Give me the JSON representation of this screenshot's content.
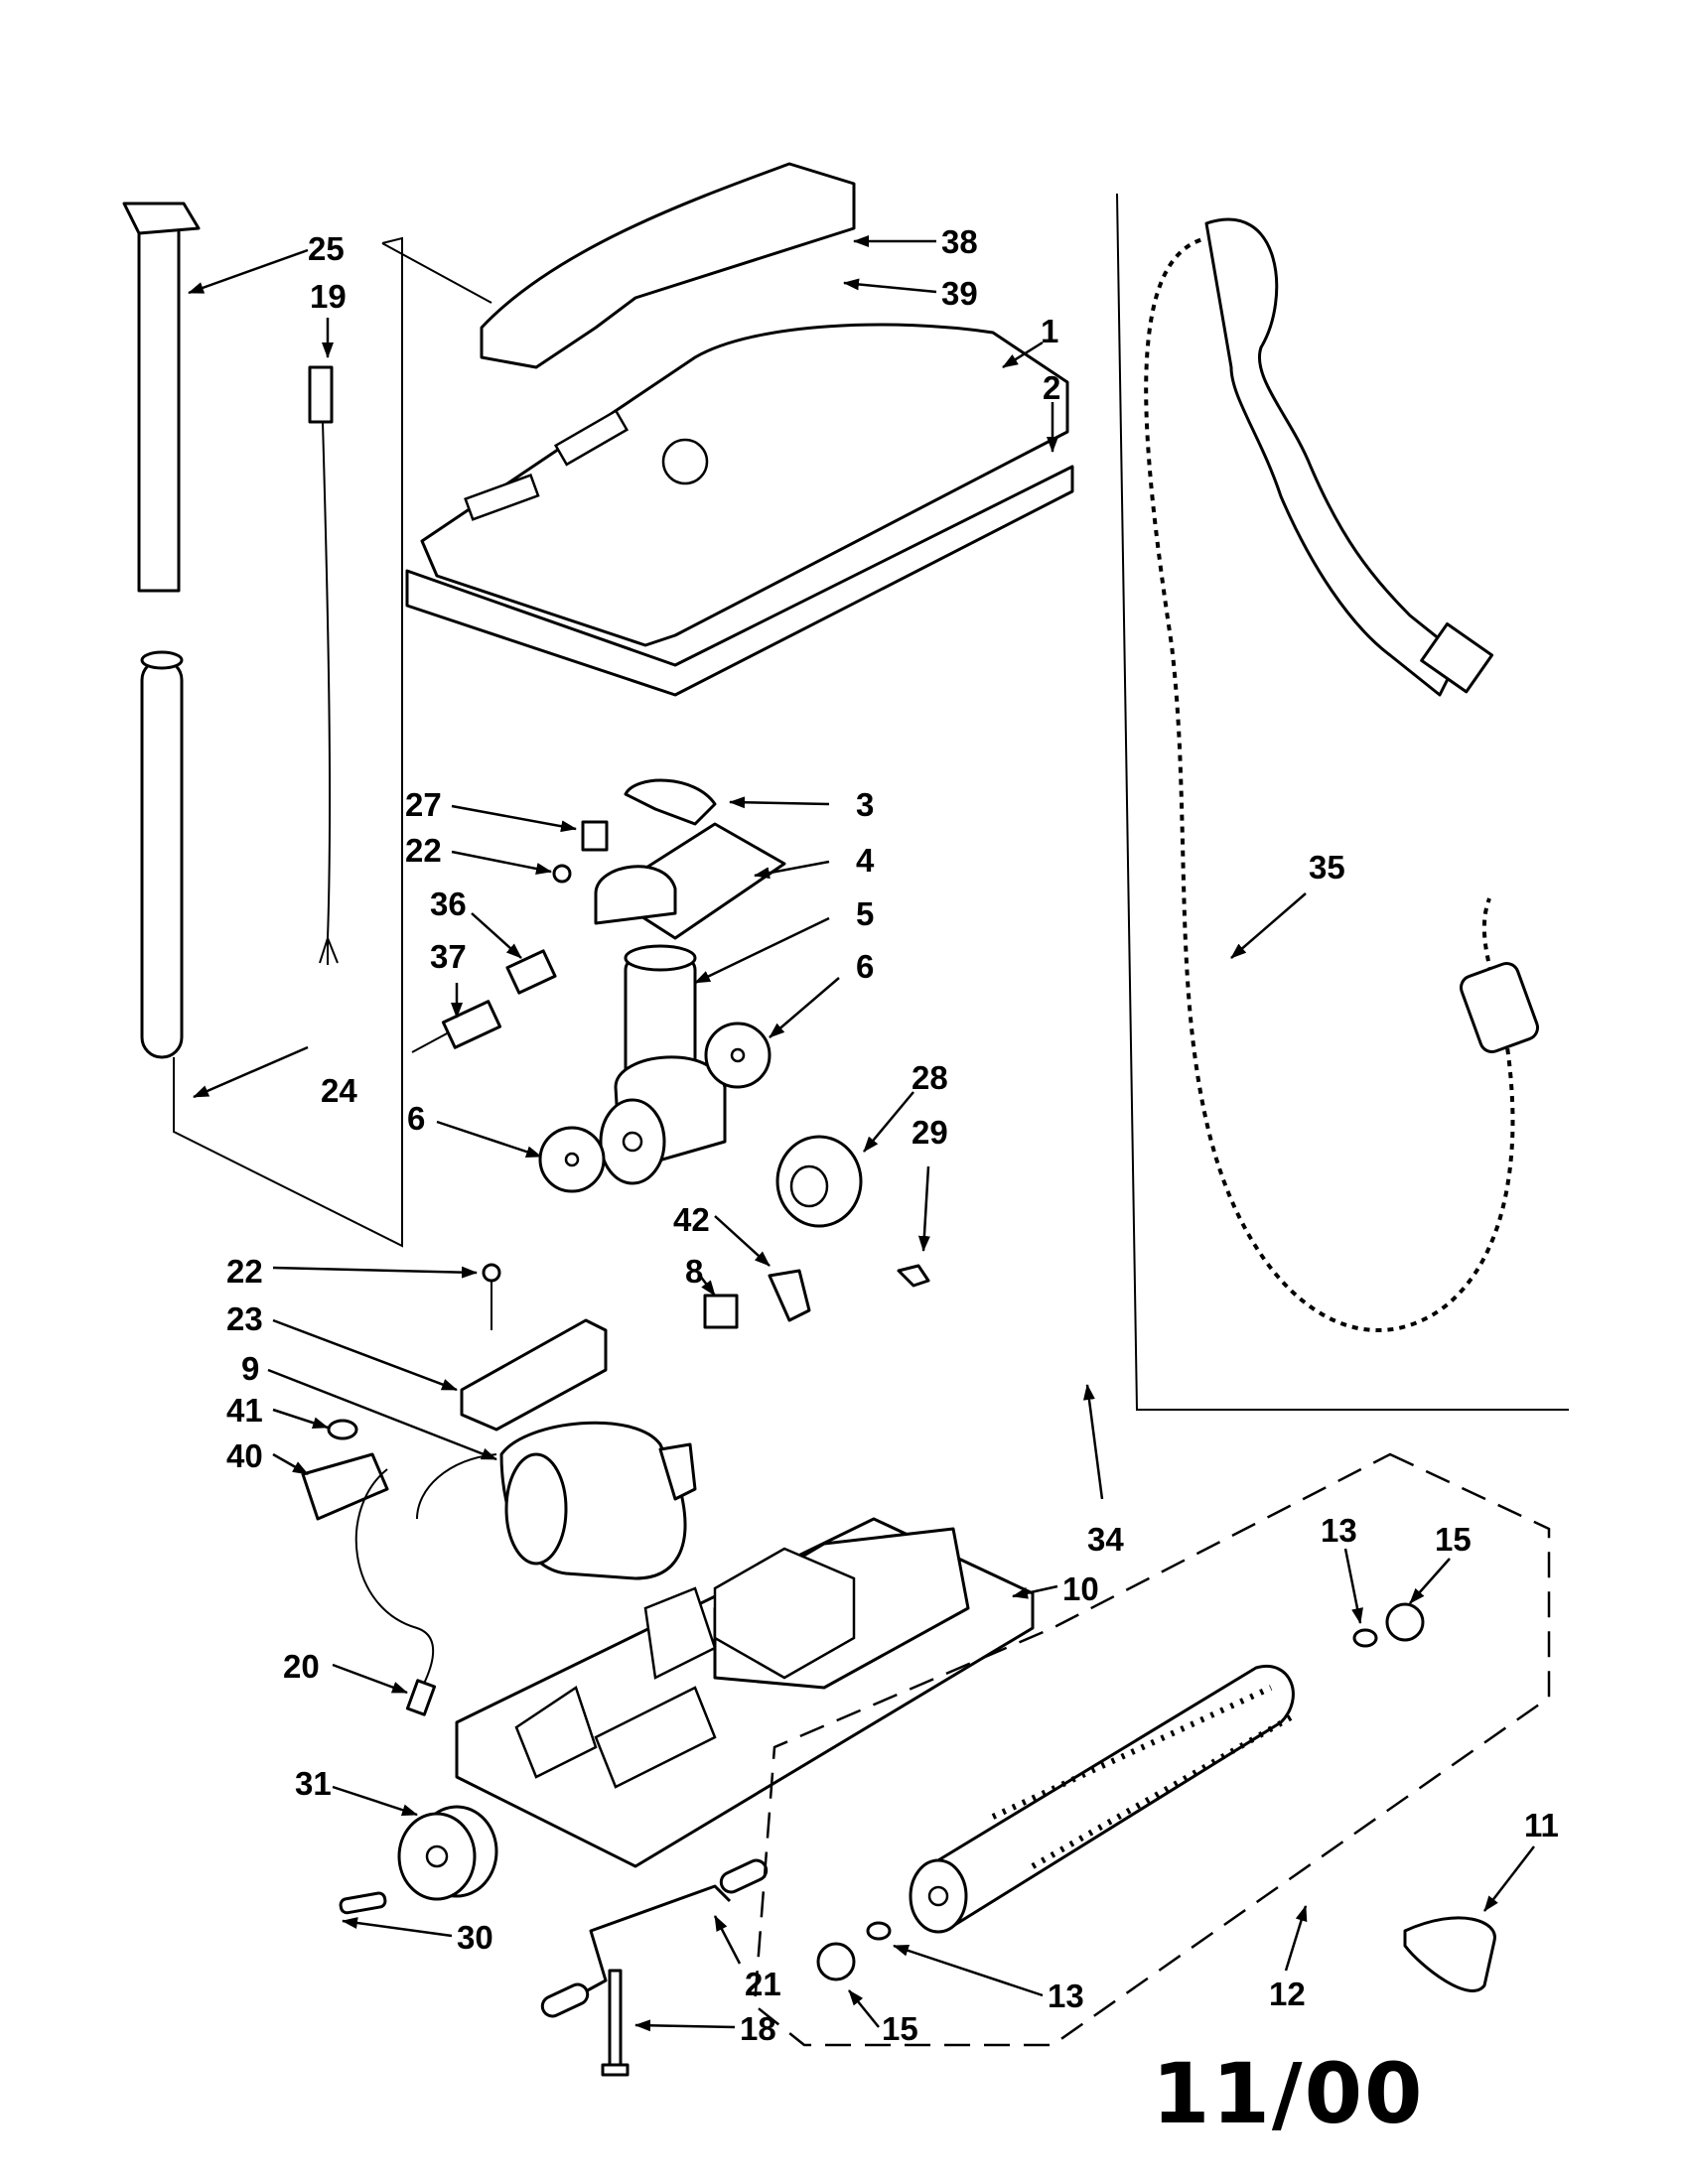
{
  "date_stamp": "11/00",
  "callouts": [
    "38",
    "39",
    "25",
    "19",
    "1",
    "2",
    "3",
    "27",
    "22",
    "4",
    "36",
    "5",
    "6",
    "37",
    "6",
    "24",
    "28",
    "29",
    "42",
    "8",
    "22",
    "23",
    "9",
    "41",
    "40",
    "34",
    "13",
    "15",
    "10",
    "20",
    "31",
    "30",
    "21",
    "18",
    "15",
    "13",
    "12",
    "11",
    "35"
  ]
}
